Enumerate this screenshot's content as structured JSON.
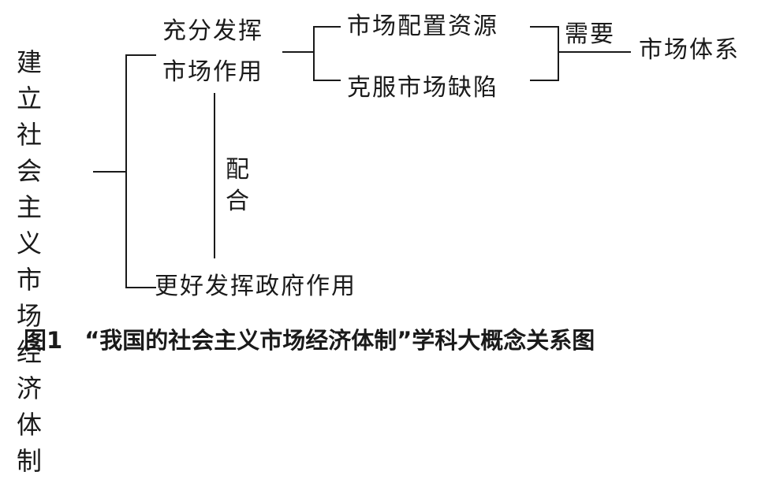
{
  "diagram": {
    "root": "建立社会主义市场经济体制",
    "branch_market": {
      "line1": "充分发挥",
      "line2": "市场作用"
    },
    "branch_government": "更好发挥政府作用",
    "link_cooperate": "配合",
    "market_effects": [
      "市场配置资源",
      "克服市场缺陷"
    ],
    "link_need": "需要",
    "result": "市场体系"
  },
  "caption": {
    "figure_no": "图1",
    "title": "“我国的社会主义市场经济体制”学科大概念关系图"
  }
}
